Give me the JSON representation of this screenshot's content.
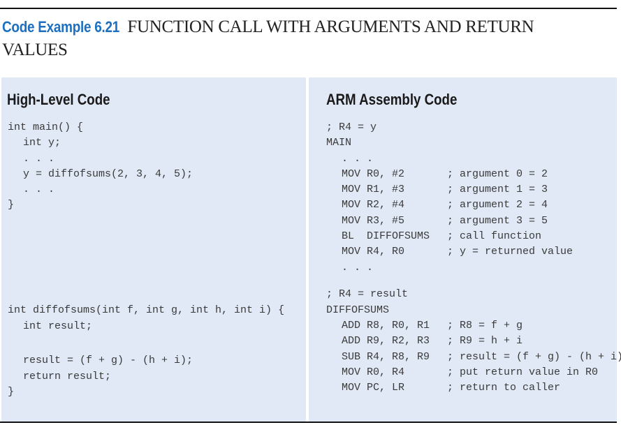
{
  "title": {
    "label": "Code Example 6.21",
    "text": "FUNCTION CALL WITH ARGUMENTS AND RETURN VALUES"
  },
  "high_level": {
    "heading": "High-Level Code",
    "lines": [
      "int main() {",
      "int y;",
      ". . .",
      "y = diffofsums(2, 3, 4, 5);",
      ". . .",
      "}",
      "int diffofsums(int f, int g, int h, int i) {",
      "int result;",
      "result = (f + g) - (h + i);",
      "return result;",
      "}"
    ]
  },
  "assembly": {
    "heading": "ARM Assembly Code",
    "lines": [
      {
        "instr": "; R4 = y",
        "comment": ""
      },
      {
        "instr": "MAIN",
        "comment": ""
      },
      {
        "instr": ". . .",
        "comment": ""
      },
      {
        "instr": "MOV R0, #2",
        "comment": "; argument 0 = 2"
      },
      {
        "instr": "MOV R1, #3",
        "comment": "; argument 1 = 3"
      },
      {
        "instr": "MOV R2, #4",
        "comment": "; argument 2 = 4"
      },
      {
        "instr": "MOV R3, #5",
        "comment": "; argument 3 = 5"
      },
      {
        "instr": "BL  DIFFOFSUMS",
        "comment": "; call function"
      },
      {
        "instr": "MOV R4, R0",
        "comment": "; y = returned value"
      },
      {
        "instr": ". . .",
        "comment": ""
      },
      {
        "instr": "; R4 = result",
        "comment": ""
      },
      {
        "instr": "DIFFOFSUMS",
        "comment": ""
      },
      {
        "instr": "ADD R8, R0, R1",
        "comment": "; R8 = f + g"
      },
      {
        "instr": "ADD R9, R2, R3",
        "comment": "; R9 = h + i"
      },
      {
        "instr": "SUB R4, R8, R9",
        "comment": "; result = (f + g) - (h + i)"
      },
      {
        "instr": "MOV R0, R4",
        "comment": "; put return value in R0"
      },
      {
        "instr": "MOV PC, LR",
        "comment": "; return to caller"
      }
    ]
  }
}
